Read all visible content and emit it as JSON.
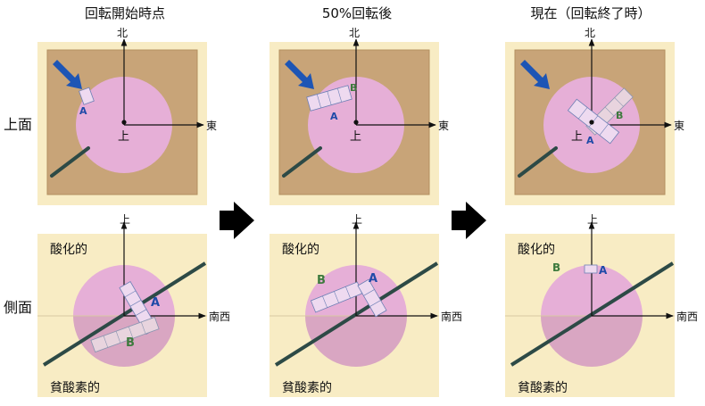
{
  "headers": [
    "回転開始時点",
    "50%回転後",
    "現在（回転終了時）"
  ],
  "row_labels": {
    "top": "上面",
    "side": "側面"
  },
  "compass": {
    "north": "北",
    "east": "東",
    "up": "上",
    "south_west": "南西"
  },
  "center_label": "上",
  "zones": {
    "oxidizing": "酸化的",
    "reducing": "貧酸素的"
  },
  "markers": {
    "a": "A",
    "b": "B"
  },
  "colors": {
    "background_panel": "#f8ecc4",
    "ground": "#c8a478",
    "sphere": "#e6afd7",
    "sphere_lower": "#d9a6c2",
    "strip_fill": "#eedaf0",
    "strip_stroke": "#6d7fb5",
    "axis_line": "#2d4a46",
    "sun_arrow": "#1d55b5",
    "label_a": "#1f4aa8",
    "label_b": "#3d7a3d",
    "step_arrow": "#000000"
  }
}
